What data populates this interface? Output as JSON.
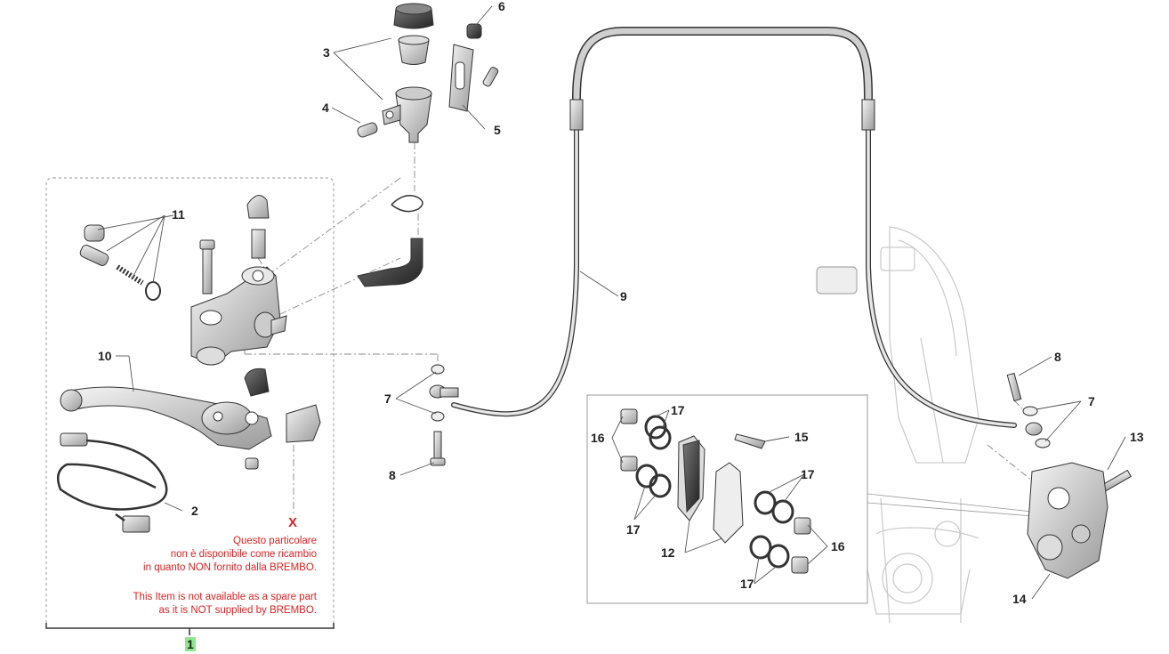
{
  "callouts": {
    "c1": "1",
    "c2": "2",
    "c3": "3",
    "c4": "4",
    "c5": "5",
    "c6": "6",
    "c7a": "7",
    "c7b": "7",
    "c8a": "8",
    "c8b": "8",
    "c9": "9",
    "c10": "10",
    "c11": "11",
    "c12": "12",
    "c13": "13",
    "c14": "14",
    "c15": "15",
    "c16a": "16",
    "c16b": "16",
    "c17a": "17",
    "c17b": "17",
    "c17c": "17",
    "c17d": "17"
  },
  "notice": {
    "mark": "X",
    "italian": "Questo particolare\nnon è disponibile come ricambio\nin quanto NON fornito dalla BREMBO.",
    "english": "This Item is not available as a spare part\nas it is NOT supplied by BREMBO."
  },
  "colors": {
    "note_red": "#e02020",
    "badge_green": "#8fe88f",
    "line": "#555555",
    "part_stroke": "#333333"
  }
}
